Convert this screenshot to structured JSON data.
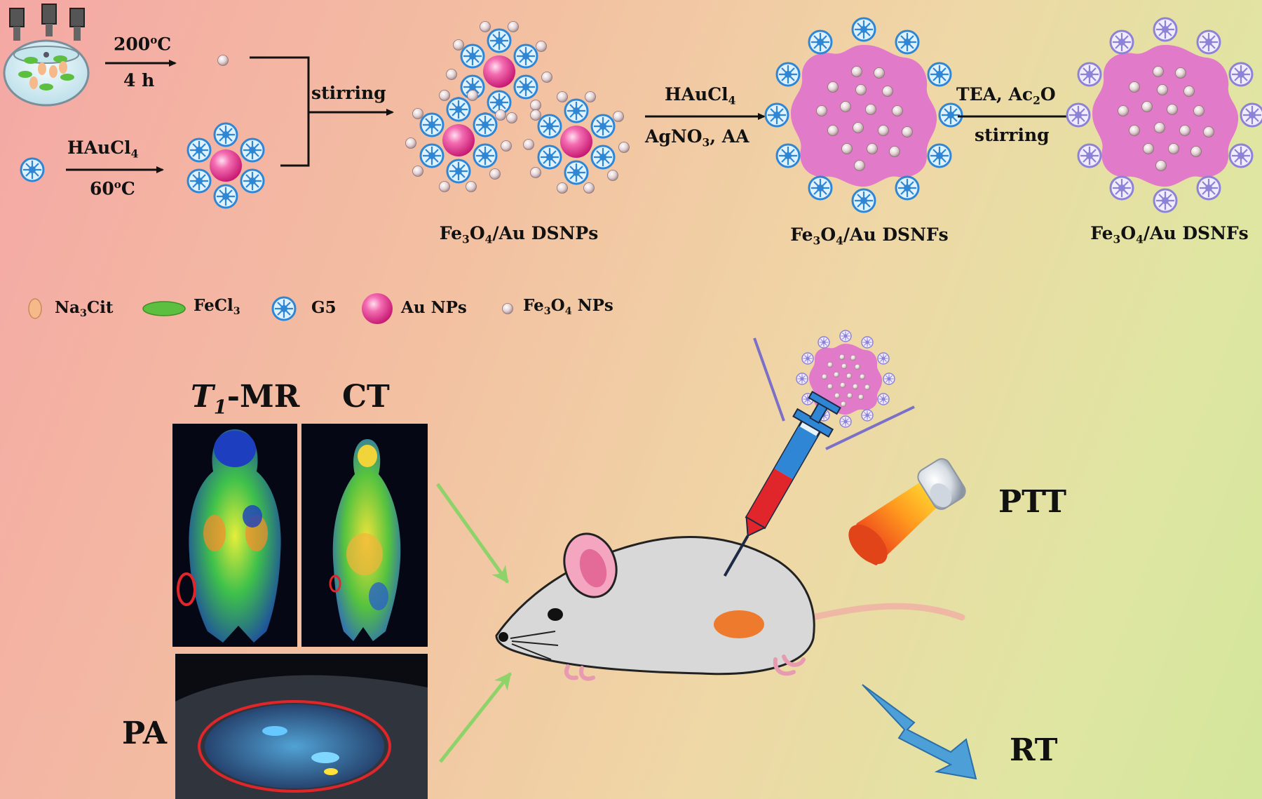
{
  "synthesis": {
    "step1": {
      "temp": "200",
      "deg": "o",
      "unit": "C",
      "time": "4 h"
    },
    "step2": {
      "reagent_pre": "HAuCl",
      "reagent_sub": "4",
      "temp": "60",
      "deg": "o",
      "unit": "C"
    },
    "step3": {
      "label": "stirring"
    },
    "step4": {
      "line1_pre": "HAuCl",
      "line1_sub": "4",
      "line2_a": "AgNO",
      "line2_sub": "3",
      "line2_b": ", AA"
    },
    "step5": {
      "line1_a": "TEA, Ac",
      "line1_sub": "2",
      "line1_b": "O",
      "line2": "stirring"
    }
  },
  "products": [
    {
      "fe": "Fe",
      "s3": "3",
      "o": "O",
      "s4": "4",
      "rest": "/Au DSNPs"
    },
    {
      "fe": "Fe",
      "s3": "3",
      "o": "O",
      "s4": "4",
      "rest": "/Au DSNFs"
    },
    {
      "fe": "Fe",
      "s3": "3",
      "o": "O",
      "s4": "4",
      "rest": "/Au DSNFs"
    }
  ],
  "legend": {
    "na3cit": {
      "pre": "Na",
      "sub": "3",
      "post": "Cit",
      "icon": "sodium-citrate-icon"
    },
    "fecl3": {
      "pre": "FeCl",
      "sub": "3",
      "icon": "ferric-chloride-icon"
    },
    "g5": {
      "label": "G5",
      "icon": "dendrimer-icon"
    },
    "au": {
      "label": "Au NPs",
      "icon": "gold-nanoparticle-icon"
    },
    "fe3o4": {
      "a": "Fe",
      "sub1": "3",
      "b": "O",
      "sub2": "4",
      "c": " NPs",
      "icon": "iron-oxide-nanoparticle-icon"
    }
  },
  "imaging": {
    "t1": {
      "t": "T",
      "sub": "1",
      "rest": "-MR"
    },
    "ct": "CT",
    "pa": "PA"
  },
  "therapy": {
    "ptt": "PTT",
    "rt": "RT"
  },
  "colors": {
    "dendrimer": "#3a8fd6",
    "gold": "#e8308a",
    "iron": "#d9c3c6",
    "flower": "#e17ac8",
    "arrow": "#8ed36a",
    "mouse": "#d8d8d8",
    "tumor": "#ee7a2e",
    "bolt": "#4d9fd8"
  }
}
